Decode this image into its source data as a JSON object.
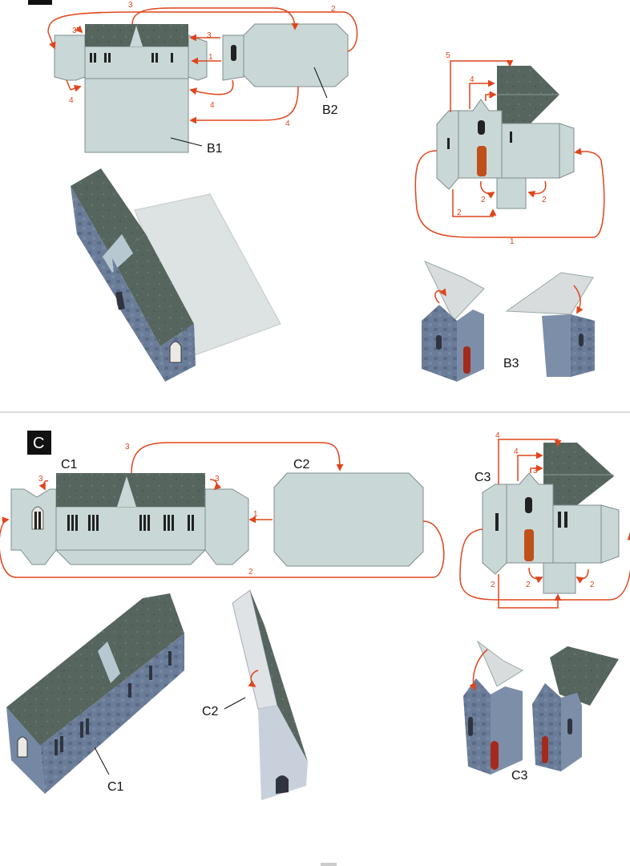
{
  "section_c": {
    "letter": "C"
  },
  "labels": {
    "b1": "B1",
    "b2": "B2",
    "b3": "B3",
    "c1": "C1",
    "c2": "C2",
    "c3": "C3"
  },
  "step_numbers": {
    "one": "1",
    "two": "2",
    "three": "3",
    "four": "4",
    "five": "5"
  },
  "colors": {
    "paper": "#c9d8d7",
    "roof": "#56665f",
    "wall_dark": "#5b6e8a",
    "door": "#c0501a",
    "arrow": "#e0451c",
    "outline": "#7f8e8c"
  }
}
